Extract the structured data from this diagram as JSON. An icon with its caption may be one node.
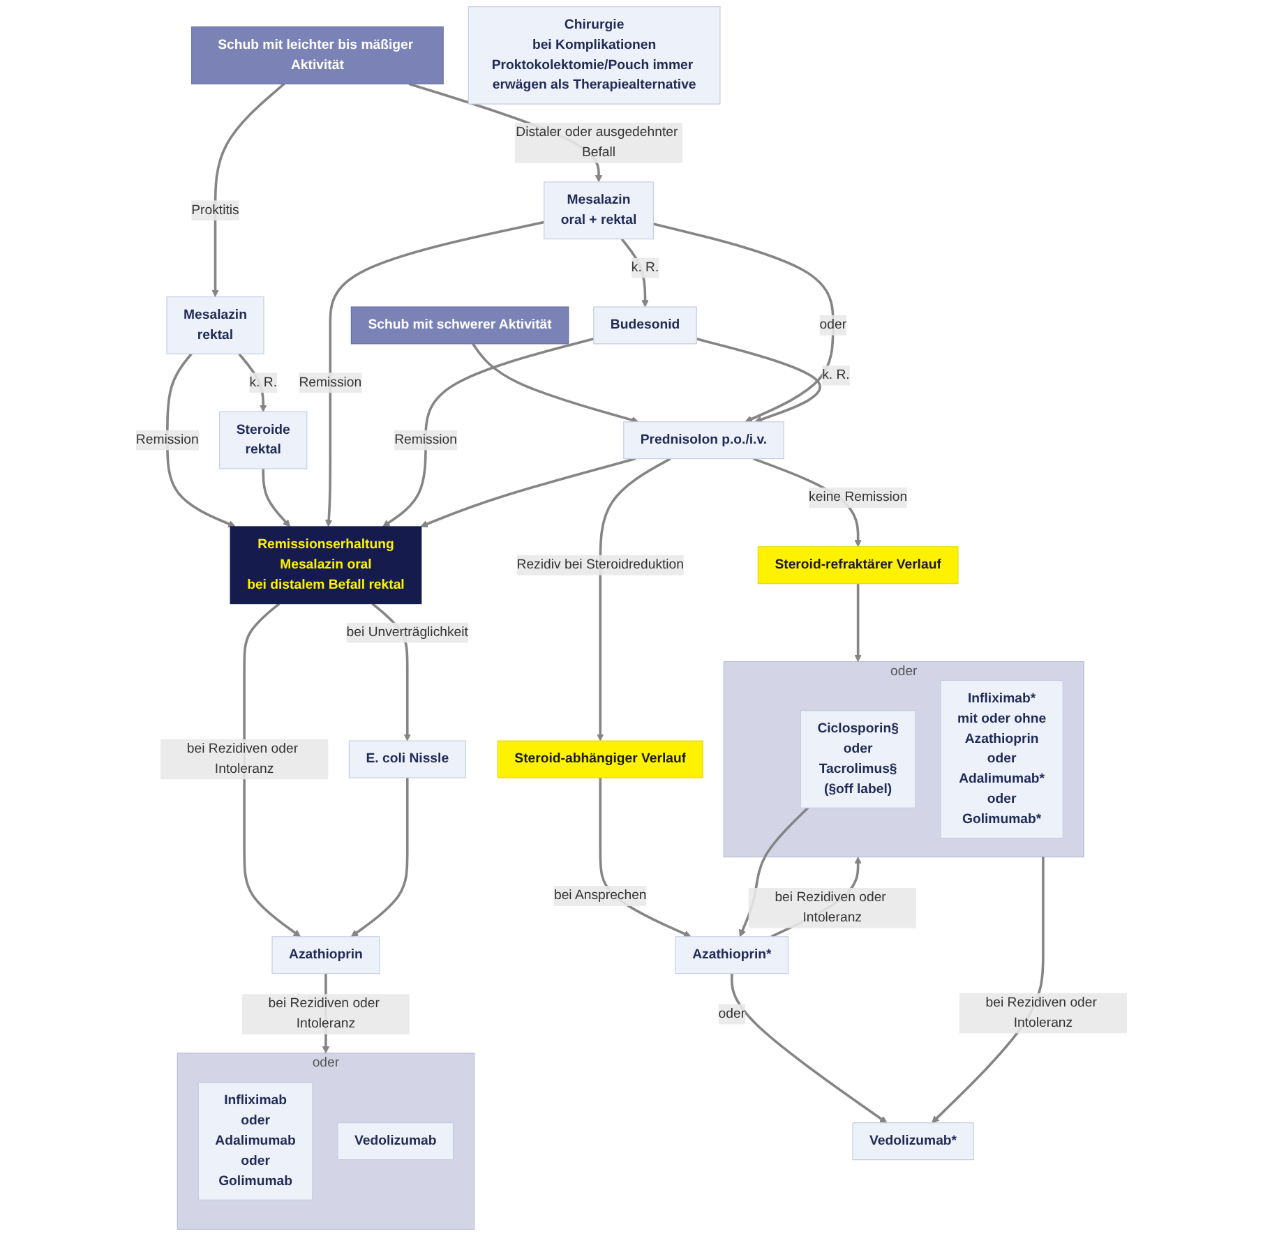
{
  "diagram": {
    "nodes": [
      {
        "text": [
          "Schub mit leichter bis mäßiger Aktivität"
        ]
      },
      {
        "text": [
          "Schub mit schwerer Aktivität"
        ]
      },
      {
        "text": [
          "Mesalazin",
          "rektal"
        ]
      },
      {
        "text": [
          "Mesalazin",
          "oral + rektal"
        ]
      },
      {
        "text": [
          "Budesonid"
        ]
      },
      {
        "text": [
          "Prednisolon p.o./i.v."
        ]
      },
      {
        "text": [
          "Steroide",
          "rektal"
        ]
      },
      {
        "text": [
          "Steroid-refraktärer Verlauf"
        ]
      },
      {
        "text": [
          "Steroid-abhängiger Verlauf"
        ]
      },
      {
        "text": [
          "Remissionserhaltung",
          "Mesalazin oral",
          "bei distalem Befall rektal"
        ]
      },
      {
        "text": [
          "Azathioprin"
        ]
      },
      {
        "text": [
          "E. coli Nissle"
        ]
      },
      {
        "text": [
          "oder"
        ]
      },
      {
        "text": [
          "Infliximab",
          "oder",
          "Adalimumab",
          "oder",
          "Golimumab"
        ],
        "in": 12
      },
      {
        "text": [
          "Vedolizumab"
        ],
        "in": 12
      },
      {
        "text": [
          "Chirurgie",
          "bei Komplikationen",
          "Proktokolektomie/Pouch immer erwägen als Therapiealternative"
        ]
      },
      {
        "text": [
          "oder"
        ]
      },
      {
        "text": [
          "Ciclosporin§",
          "oder",
          "Tacrolimus§",
          "(§off label)"
        ],
        "in": 16
      },
      {
        "text": [
          "Infliximab*",
          "mit oder ohne",
          "Azathioprin",
          "oder",
          "Adalimumab*",
          "oder",
          "Golimumab*"
        ],
        "in": 16
      },
      {
        "text": [
          "Azathioprin*"
        ]
      },
      {
        "text": [
          "Vedolizumab*"
        ]
      }
    ],
    "edges": [
      {
        "from": 0,
        "to": 2,
        "arrow": "to",
        "label": "Proktitis"
      },
      {
        "from": 0,
        "to": 3,
        "arrow": "to",
        "label": "Distaler oder ausgedehnter Befall"
      },
      {
        "from": 1,
        "to": 5,
        "arrow": "to"
      },
      {
        "from": 3,
        "to": 4,
        "arrow": "to",
        "label": "k. R."
      },
      {
        "from": 3,
        "to": 5,
        "arrow": "to",
        "label": "oder"
      },
      {
        "from": 4,
        "to": 5,
        "arrow": "to",
        "label": "k. R."
      },
      {
        "from": 2,
        "to": 9,
        "arrow": "to",
        "label": "Remission"
      },
      {
        "from": 2,
        "to": 6,
        "arrow": "to",
        "label": "k. R."
      },
      {
        "from": 6,
        "to": 9,
        "arrow": "to"
      },
      {
        "from": 3,
        "to": 9,
        "arrow": "to",
        "label": "Remission"
      },
      {
        "from": 4,
        "to": 9,
        "arrow": "to",
        "label": "Remission"
      },
      {
        "from": 5,
        "to": 9,
        "arrow": "to"
      },
      {
        "from": 5,
        "to": 7,
        "arrow": "to",
        "label": "keine Remission"
      },
      {
        "from": 5,
        "to": 8,
        "arrow": "to",
        "label": "Rezidiv bei Steroidreduktion"
      },
      {
        "from": 9,
        "to": 10,
        "arrow": "to",
        "label": "bei Rezidiven oder Intoleranz"
      },
      {
        "from": 9,
        "to": 11,
        "arrow": "to",
        "label": "bei Unverträglichkeit"
      },
      {
        "from": 11,
        "to": 10,
        "arrow": "to"
      },
      {
        "from": 10,
        "to": 12,
        "arrow": "to",
        "label": "bei Rezidiven oder Intoleranz"
      },
      {
        "from": 7,
        "to": 16,
        "arrow": "to"
      },
      {
        "from": 8,
        "to": 19,
        "arrow": "to",
        "label": "bei Ansprechen"
      },
      {
        "from": 17,
        "to": 19,
        "arrow": "to"
      },
      {
        "from": 19,
        "to": 16,
        "arrow": "to",
        "label": "bei Rezidiven oder Intoleranz"
      },
      {
        "from": 19,
        "to": 20,
        "arrow": "to",
        "label": "oder"
      },
      {
        "from": 16,
        "to": 20,
        "arrow": "to",
        "label": "bei Rezidiven oder Intoleranz"
      }
    ]
  }
}
